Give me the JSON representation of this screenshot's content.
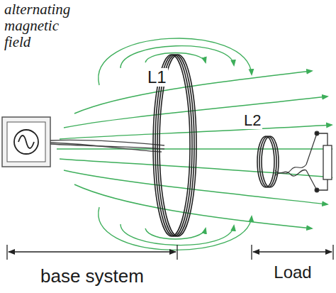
{
  "diagram": {
    "labels": [
      "alternating magnetic field",
      "L1",
      "L2",
      "base system",
      "Load"
    ]
  }
}
